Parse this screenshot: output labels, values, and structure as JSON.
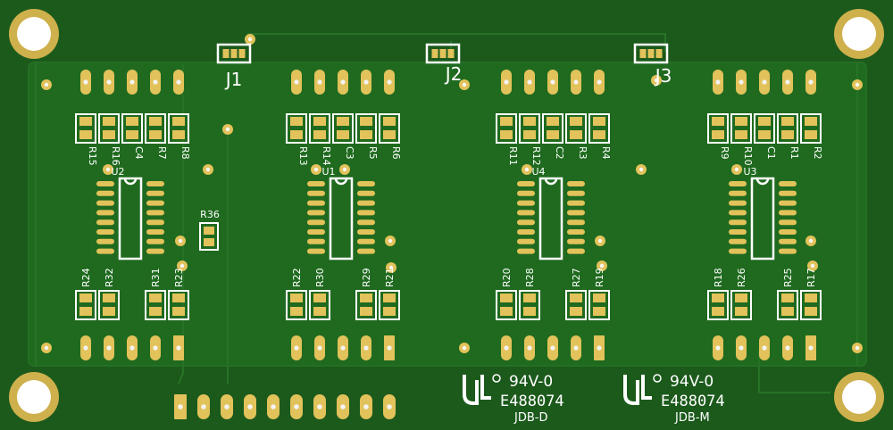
{
  "connectors": [
    {
      "label": "J1"
    },
    {
      "label": "J2"
    },
    {
      "label": "J3"
    }
  ],
  "chips": [
    {
      "label": "U2",
      "caps": [
        "C4"
      ],
      "top_res": [
        "R15",
        "R16",
        "R7",
        "R8"
      ],
      "bottom_res": [
        "R24",
        "R32",
        "R31",
        "R23"
      ]
    },
    {
      "label": "U1",
      "caps": [
        "C3"
      ],
      "top_res": [
        "R13",
        "R14",
        "R5",
        "R6"
      ],
      "bottom_res": [
        "R22",
        "R30",
        "R29",
        "R21"
      ]
    },
    {
      "label": "U4",
      "caps": [
        "C2"
      ],
      "top_res": [
        "R11",
        "R12",
        "R3",
        "R4"
      ],
      "bottom_res": [
        "R20",
        "R28",
        "R27",
        "R19"
      ]
    },
    {
      "label": "U3",
      "caps": [
        "C1"
      ],
      "top_res": [
        "R9",
        "R10",
        "R1",
        "R2"
      ],
      "bottom_res": [
        "R18",
        "R26",
        "R25",
        "R17"
      ]
    }
  ],
  "misc_resistor": "R36",
  "certifications": [
    {
      "rating": "94V-0",
      "code": "E488074",
      "maker": "JDB-D"
    },
    {
      "rating": "94V-0",
      "code": "E488074",
      "maker": "JDB-M"
    }
  ],
  "colors": {
    "board": "#1c5a1c",
    "copper": "#1f6a1f",
    "pad_gold": "#e2c25a",
    "silkscreen": "#ffffff"
  }
}
